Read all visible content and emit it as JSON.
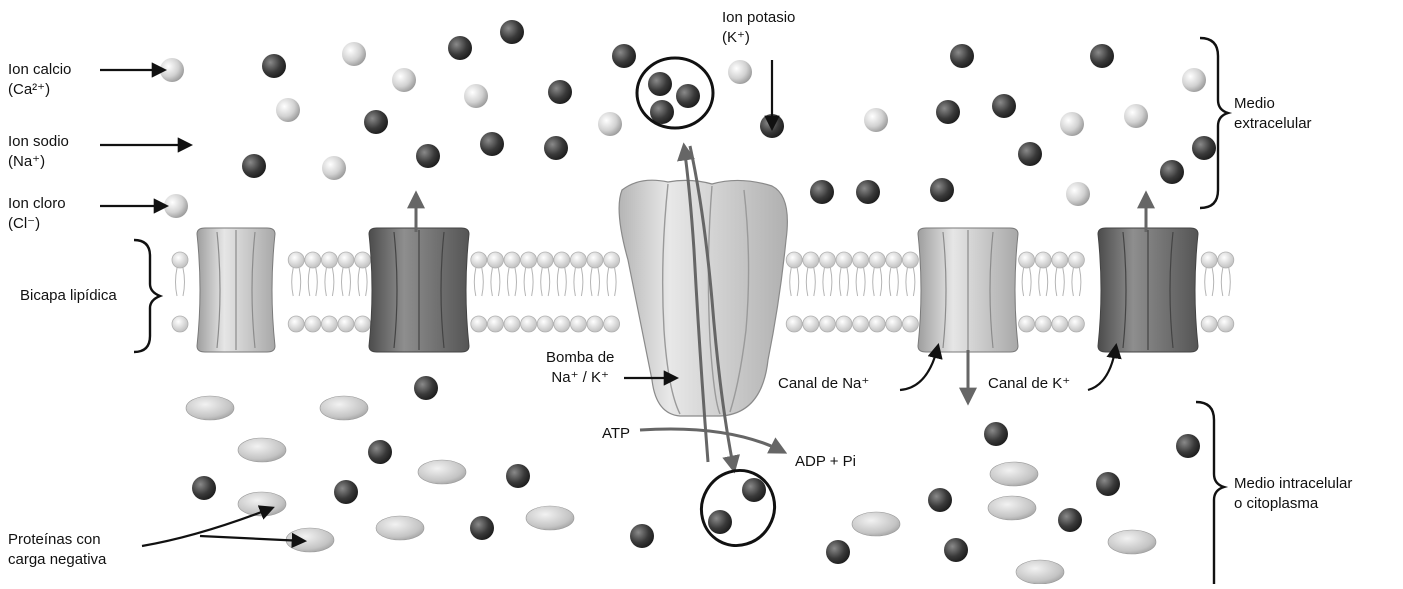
{
  "labels": {
    "calcium": {
      "line1": "Ion calcio",
      "line2": "(Ca²⁺)"
    },
    "sodium": {
      "line1": "Ion sodio",
      "line2": "(Na⁺)"
    },
    "chloride": {
      "line1": "Ion cloro",
      "line2": "(Cl⁻)"
    },
    "potassium": {
      "line1": "Ion potasio",
      "line2": "(K⁺)"
    },
    "extracellular": {
      "line1": "Medio",
      "line2": "extracelular"
    },
    "bilayer": "Bicapa lipídica",
    "pump": {
      "line1": "Bomba de",
      "line2": "Na⁺ / K⁺"
    },
    "atp": "ATP",
    "adp": "ADP + Pi",
    "na_channel": "Canal de Na⁺",
    "k_channel": "Canal de K⁺",
    "intracellular": {
      "line1": "Medio intracelular",
      "line2": "o citoplasma"
    },
    "proteins": {
      "line1": "Proteínas con",
      "line2": "carga negativa"
    }
  },
  "colors": {
    "sodium_ion": "#3a3a3a",
    "light_ion": "#d6d6d6",
    "protein": "#cfcfcf",
    "channel_light": "#c8c8c8",
    "channel_dark": "#6f6f6f",
    "pump": "#cdcdcd",
    "arrow": "#666666",
    "lipid_head": "#e3e3e3"
  }
}
